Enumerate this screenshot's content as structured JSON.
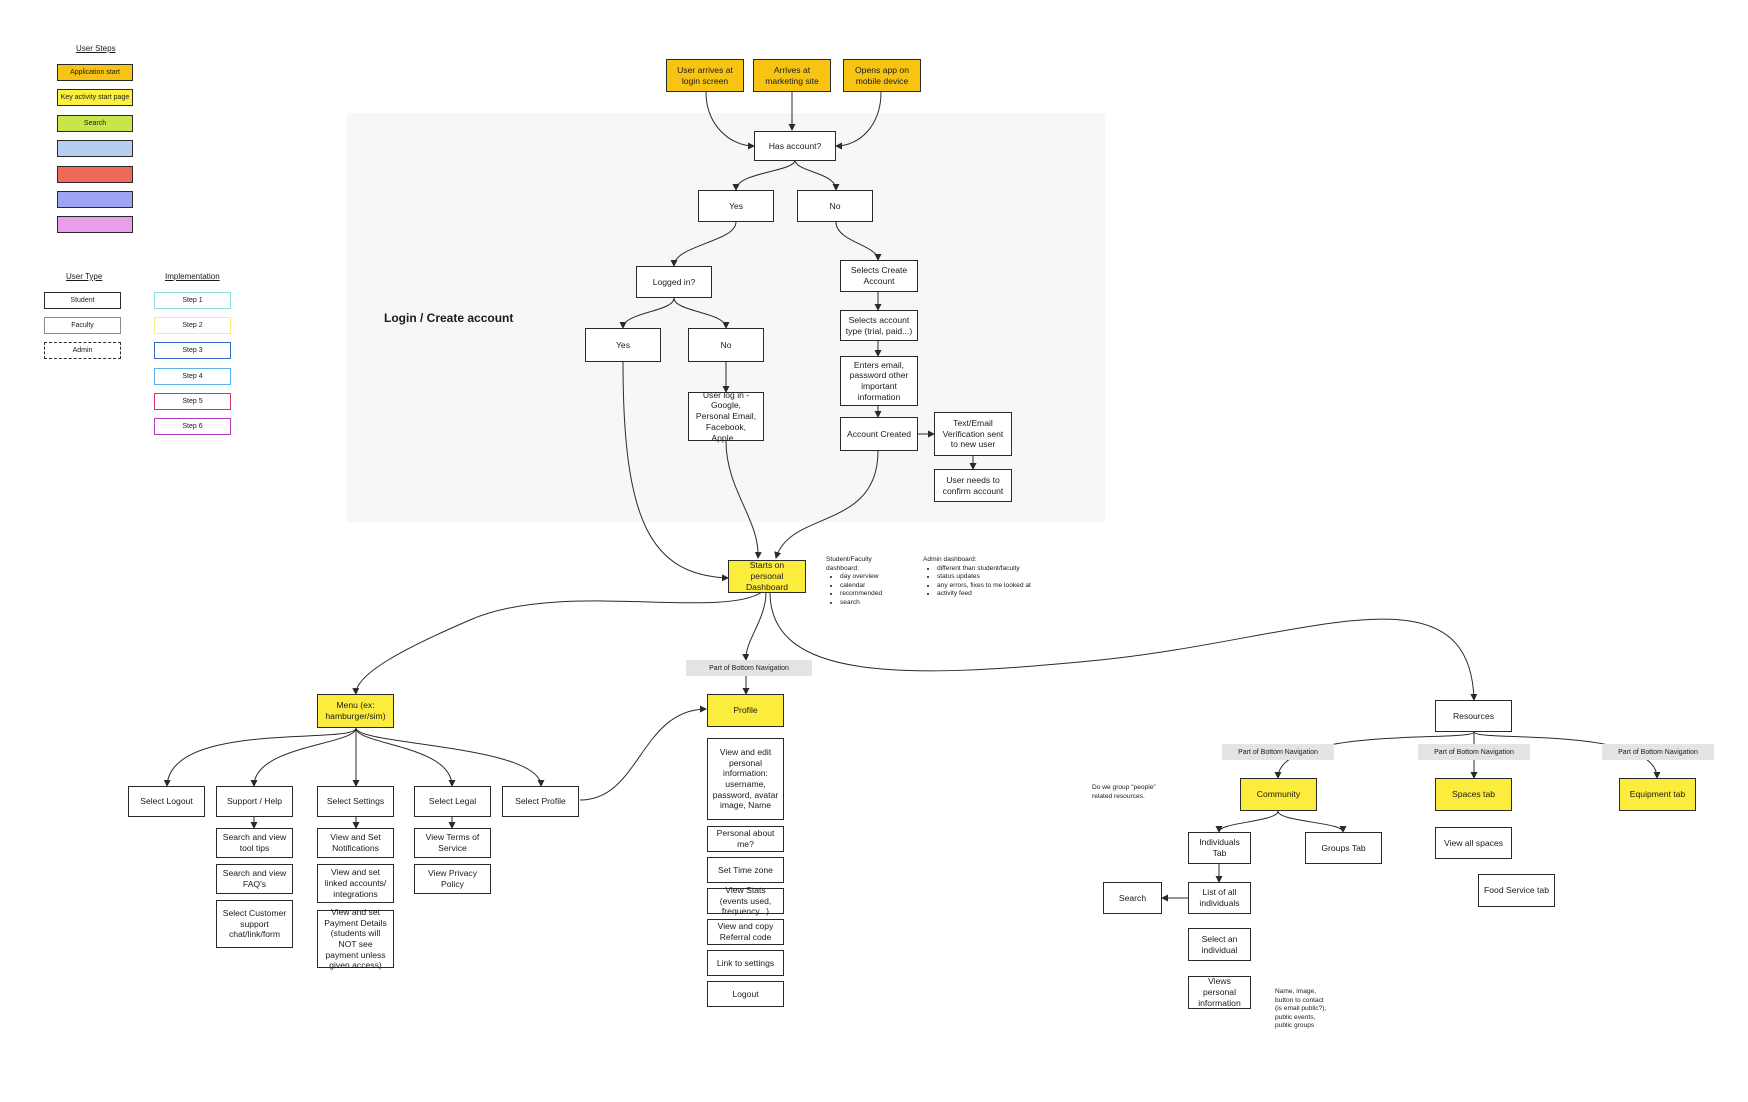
{
  "legend": {
    "user_steps_title": "User Steps",
    "steps": [
      {
        "label": "Application start",
        "color": "#f8c414"
      },
      {
        "label": "Key activity start page",
        "color": "#fcf03c"
      },
      {
        "label": "Search",
        "color": "#c8e64c"
      },
      {
        "label": "",
        "color": "#b8cef0"
      },
      {
        "label": "",
        "color": "#f0685a"
      },
      {
        "label": "",
        "color": "#9ea3f2"
      },
      {
        "label": "",
        "color": "#e89ee8"
      }
    ],
    "user_type_title": "User Type",
    "user_types": [
      {
        "label": "Student",
        "border": "#2a2a2a",
        "style": "solid"
      },
      {
        "label": "Faculty",
        "border": "#8a8a8a",
        "style": "solid"
      },
      {
        "label": "Admin",
        "border": "#2a2a2a",
        "style": "dashed"
      }
    ],
    "implementation_title": "Implementation",
    "implementation": [
      {
        "label": "Step 1",
        "color": "#8ee0dc"
      },
      {
        "label": "Step 2",
        "color": "#f4f07a"
      },
      {
        "label": "Step 3",
        "color": "#3a68c8"
      },
      {
        "label": "Step 4",
        "color": "#5ab0f0"
      },
      {
        "label": "Step 5",
        "color": "#d8307a"
      },
      {
        "label": "Step 6",
        "color": "#b43cc0"
      }
    ]
  },
  "section_title": "Login / Create account",
  "nodes": {
    "login_screen": "User arrives at login screen",
    "marketing": "Arrives at marketing site",
    "mobile": "Opens app on mobile device",
    "has_account": "Has account?",
    "yes1": "Yes",
    "no1": "No",
    "logged_in": "Logged in?",
    "yes2": "Yes",
    "no2": "No",
    "user_login": "User log in - Google, Personal Email, Facebook, Apple...",
    "create_account": "Selects Create Account",
    "account_type": "Selects account type (trial, paid...)",
    "enters_email": "Enters email, password other important information",
    "account_created": "Account Created",
    "verification": "Text/Email Verification sent to new user",
    "confirm": "User needs to confirm account",
    "dashboard": "Starts on personal Dashboard",
    "menu": "Menu (ex: hamburger/sim)",
    "profile": "Profile",
    "resources": "Resources",
    "select_logout": "Select Logout",
    "support": "Support / Help",
    "settings": "Select Settings",
    "legal": "Select Legal",
    "select_profile": "Select Profile",
    "tool_tips": "Search and view tool tips",
    "faqs": "Search and view FAQ's",
    "customer_support": "Select Customer support chat/link/form",
    "notifications": "View and Set Notifications",
    "linked_accounts": "View and set linked accounts/ integrations",
    "payment": "View and set Payment Details (students will NOT see payment unless given access)",
    "terms": "View Terms of Service",
    "privacy": "View Privacy Policy",
    "edit_profile": "View and edit personal information: username, password, avatar image, Name",
    "about_me": "Personal about me?",
    "time_zone": "Set Time zone",
    "stats": "View Stats (events used, frequency...)",
    "referral": "View and copy Referral code",
    "link_settings": "Link to settings",
    "logout": "Logout",
    "community": "Community",
    "spaces": "Spaces tab",
    "equipment": "Equipment tab",
    "individuals_tab": "Individuals Tab",
    "groups_tab": "Groups Tab",
    "search": "Search",
    "list_individuals": "List of all individuals",
    "select_individual": "Select an individual",
    "views_info": "Views personal information",
    "view_spaces": "View all spaces",
    "food_service": "Food Service tab"
  },
  "tags": {
    "bottom_nav_profile": "Part of Bottom Navigation",
    "bottom_nav_community": "Part of Bottom Navigation",
    "bottom_nav_spaces": "Part of Bottom Navigation",
    "bottom_nav_equipment": "Part of Bottom Navigation"
  },
  "notes": {
    "student_title": "Student/Faculty dashboard:",
    "student_items": [
      "day overview",
      "calendar",
      "recommended",
      "search"
    ],
    "admin_title": "Admin dashboard:",
    "admin_items": [
      "different than student/faculty",
      "status updates",
      "any errors, fixes to me looked at",
      "activity feed"
    ],
    "people_note": "Do we group \"people\" related resources.",
    "individual_note": "Name, image, button to contact (is email public?), public events, public groups"
  }
}
